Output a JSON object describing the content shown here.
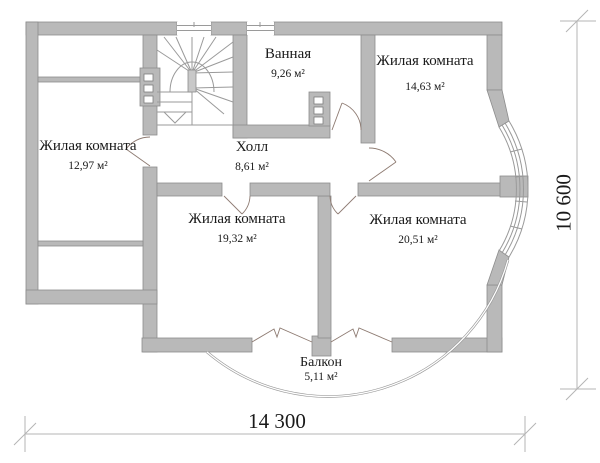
{
  "plan": {
    "rooms": [
      {
        "name": "Жилая комната",
        "area": "12,97 м²"
      },
      {
        "name": "Холл",
        "area": "8,61 м²"
      },
      {
        "name": "Ванная",
        "area": "9,26 м²"
      },
      {
        "name": "Жилая комната",
        "area": "14,63 м²"
      },
      {
        "name": "Жилая комната",
        "area": "19,32 м²"
      },
      {
        "name": "Жилая комната",
        "area": "20,51 м²"
      },
      {
        "name": "Балкон",
        "area": "5,11 м²"
      }
    ],
    "dimensions": {
      "width_mm": "14 300",
      "height_mm": "10 600"
    }
  },
  "colors": {
    "wall": "#b9b9b9",
    "wall_outline": "#8d8d8d",
    "line": "#9a9a9a",
    "door": "#8e7b72",
    "dim": "#b5b5b5",
    "text": "#1a1a1a"
  }
}
